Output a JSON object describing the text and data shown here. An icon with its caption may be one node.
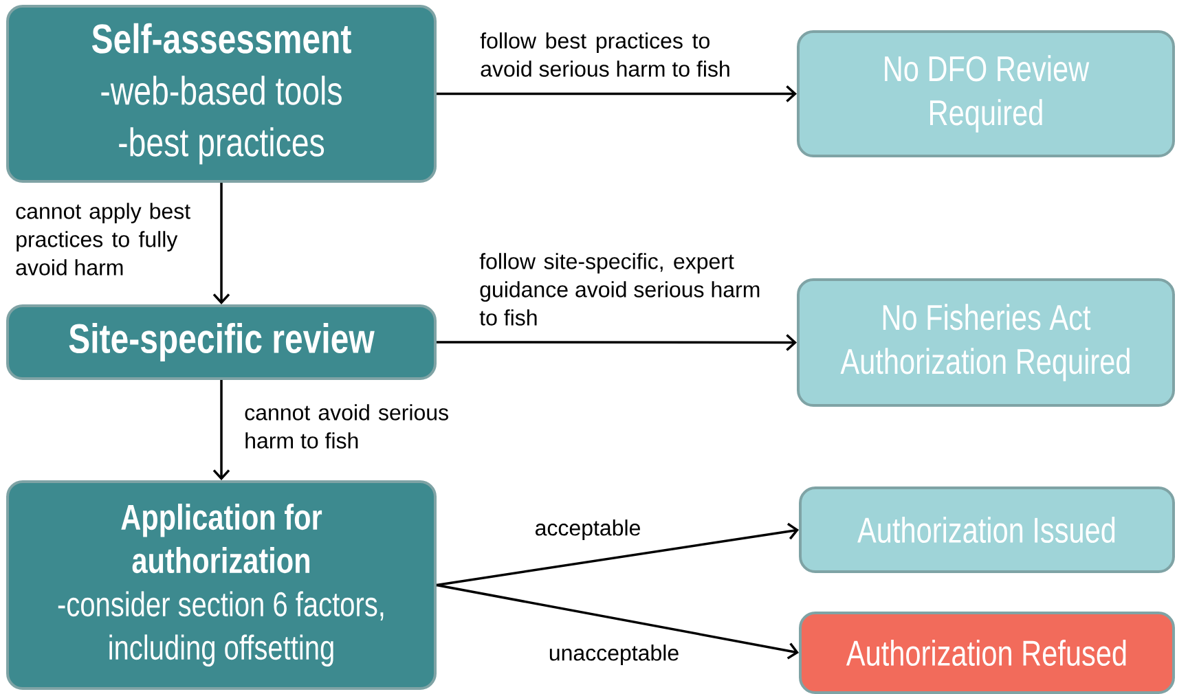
{
  "diagram": {
    "nodes": [
      {
        "text": [
          "Self-assessment",
          "-web-based tools",
          "-best practices"
        ]
      },
      {
        "text": [
          "No DFO Review Required"
        ]
      },
      {
        "text": [
          "Site-specific review"
        ]
      },
      {
        "text": [
          "No Fisheries Act Authorization Required"
        ]
      },
      {
        "text": [
          "Application for authorization",
          "-consider section 6 factors, including offsetting"
        ]
      },
      {
        "text": [
          "Authorization Issued"
        ]
      },
      {
        "text": [
          "Authorization Refused"
        ]
      }
    ],
    "edges": [
      {
        "from": 0,
        "to": 1,
        "arrow": "to",
        "label": "follow best practices to avoid serious harm to fish"
      },
      {
        "from": 0,
        "to": 2,
        "arrow": "to",
        "label": "cannot apply best practices to fully avoid harm"
      },
      {
        "from": 2,
        "to": 3,
        "arrow": "to",
        "label": "follow site-specific, expert guidance avoid serious harm to fish"
      },
      {
        "from": 2,
        "to": 4,
        "arrow": "to",
        "label": "cannot avoid serious harm to fish"
      },
      {
        "from": 4,
        "to": 5,
        "arrow": "to",
        "label": "acceptable"
      },
      {
        "from": 4,
        "to": 6,
        "arrow": "to",
        "label": "unacceptable"
      }
    ]
  }
}
